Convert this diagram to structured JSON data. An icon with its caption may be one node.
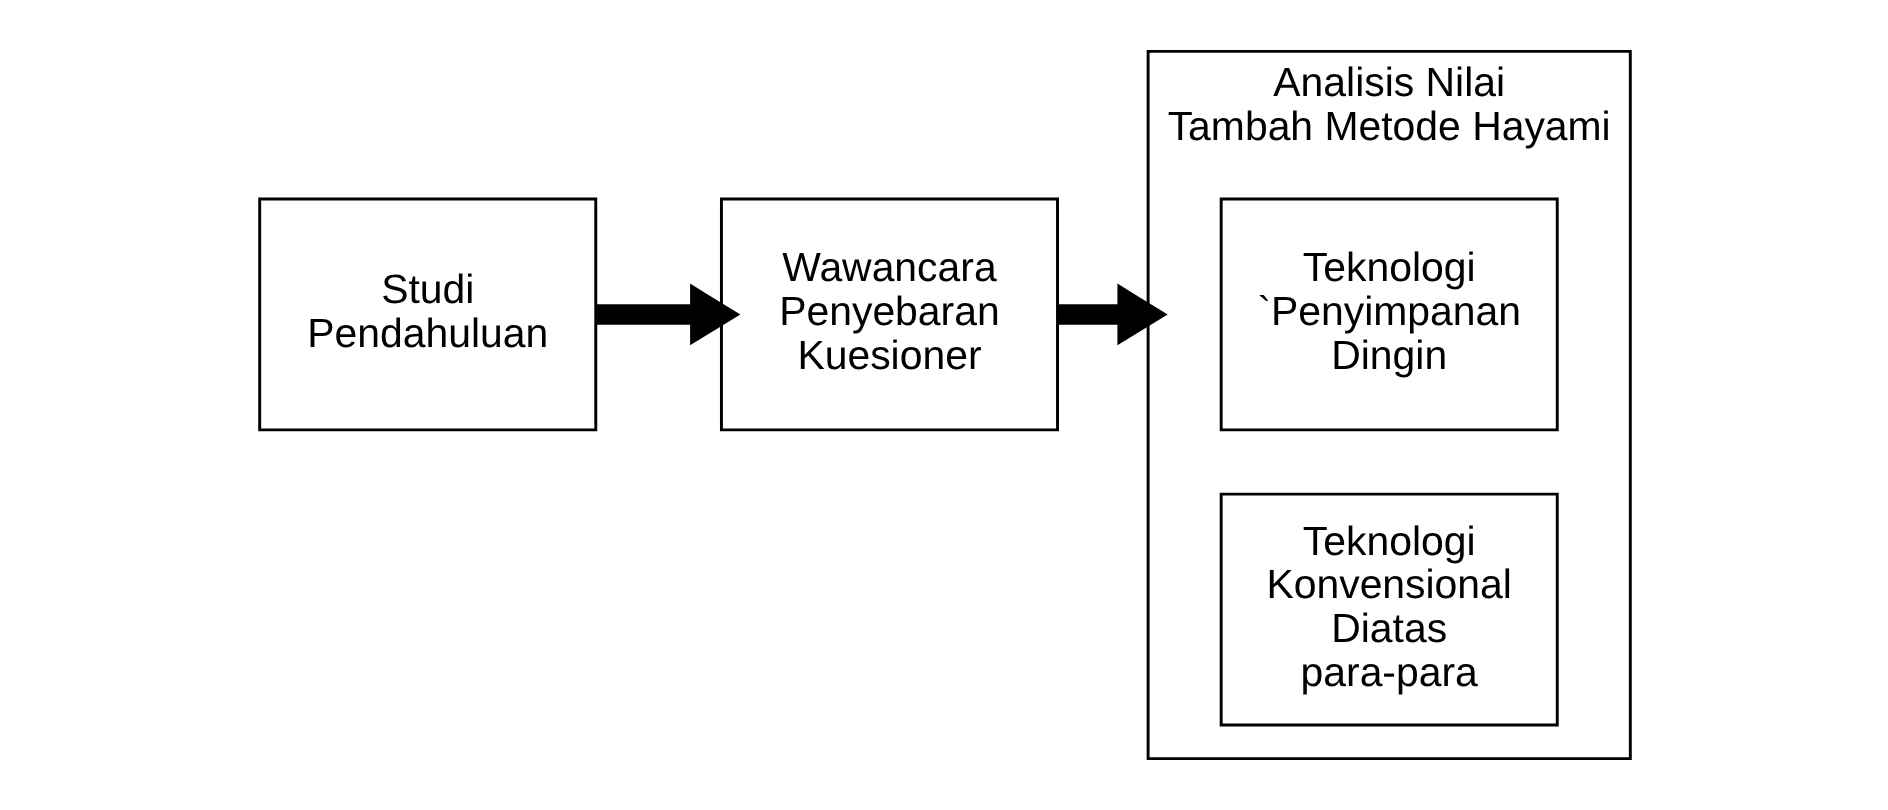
{
  "diagram": {
    "nodes": [
      {
        "text": [
          "Studi Pendahuluan"
        ]
      },
      {
        "text": [
          "Wawancara Penyebaran Kuesioner"
        ]
      },
      {
        "text": [
          "Analisis Nilai Tambah Metode Hayami"
        ]
      },
      {
        "text": [
          "Teknologi `Penyimpanan Dingin"
        ],
        "in": 2
      },
      {
        "text": [
          "Teknologi Konvensional Diatas para-para"
        ],
        "in": 2
      }
    ],
    "edges": [
      {
        "from": 0,
        "to": 1,
        "arrow": "to"
      },
      {
        "from": 1,
        "to": 2,
        "arrow": "to"
      }
    ]
  }
}
